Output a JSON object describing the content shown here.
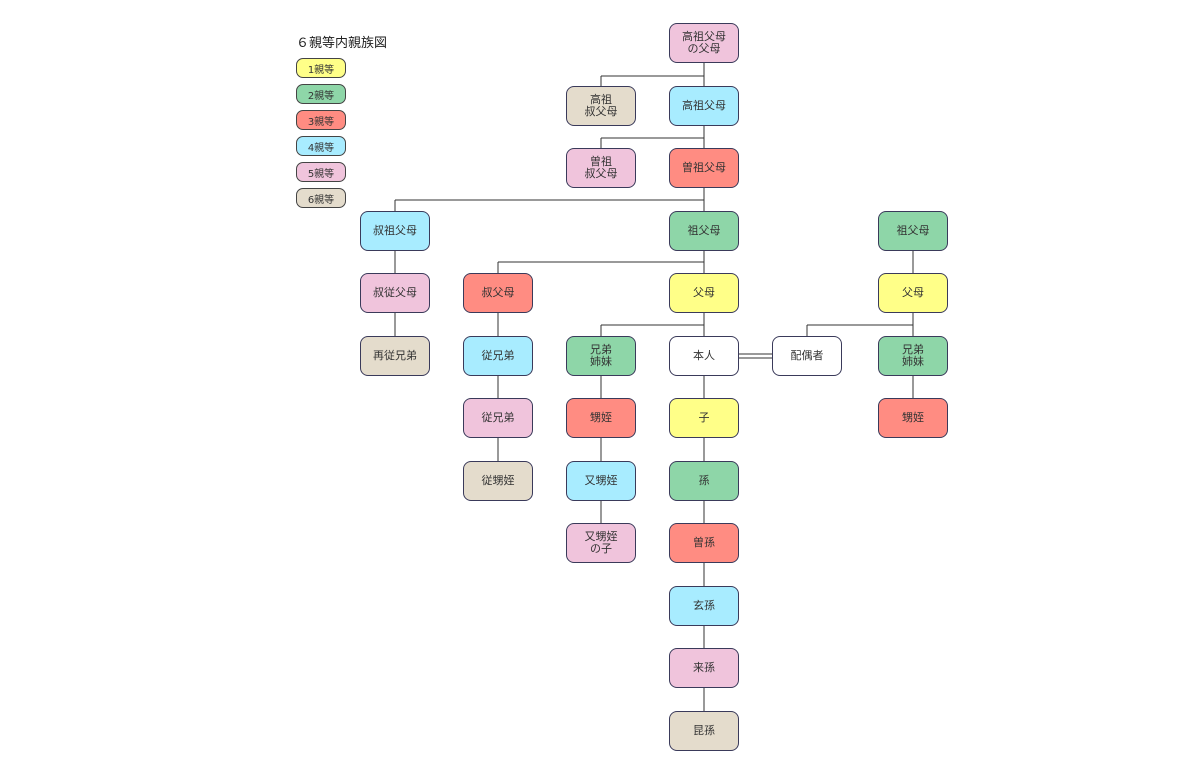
{
  "title": "６親等内親族図",
  "colors": {
    "d0": "#ffffff",
    "d1": "#ffff88",
    "d2": "#8ed6a8",
    "d3": "#ff8c82",
    "d4": "#a8ecff",
    "d5": "#f0c4dc",
    "d6": "#e4dccc"
  },
  "legend": [
    {
      "label": "1親等",
      "degree": 1
    },
    {
      "label": "2親等",
      "degree": 2
    },
    {
      "label": "3親等",
      "degree": 3
    },
    {
      "label": "4親等",
      "degree": 4
    },
    {
      "label": "5親等",
      "degree": 5
    },
    {
      "label": "6親等",
      "degree": 6
    }
  ],
  "nodes": {
    "koso_parent": {
      "label": "高祖父母\nの父母",
      "degree": 5
    },
    "koso_uncle": {
      "label": "高祖\n叔父母",
      "degree": 6
    },
    "koso": {
      "label": "高祖父母",
      "degree": 4
    },
    "soso_uncle": {
      "label": "曽祖\n叔父母",
      "degree": 5
    },
    "soso": {
      "label": "曽祖父母",
      "degree": 3
    },
    "grand_uncle": {
      "label": "叔祖父母",
      "degree": 4
    },
    "grandparent": {
      "label": "祖父母",
      "degree": 2
    },
    "spouse_grandparent": {
      "label": "祖父母",
      "degree": 2
    },
    "cousin_parent": {
      "label": "叔従父母",
      "degree": 5
    },
    "uncle": {
      "label": "叔父母",
      "degree": 3
    },
    "parent": {
      "label": "父母",
      "degree": 1
    },
    "spouse_parent": {
      "label": "父母",
      "degree": 1
    },
    "second_cousin": {
      "label": "再従兄弟",
      "degree": 6
    },
    "cousin": {
      "label": "従兄弟",
      "degree": 4
    },
    "sibling": {
      "label": "兄弟\n姉妹",
      "degree": 2
    },
    "self": {
      "label": "本人",
      "degree": 0
    },
    "spouse": {
      "label": "配偶者",
      "degree": 0
    },
    "spouse_sibling": {
      "label": "兄弟\n姉妹",
      "degree": 2
    },
    "cousin_child": {
      "label": "従兄弟",
      "degree": 5
    },
    "nephew": {
      "label": "甥姪",
      "degree": 3
    },
    "child": {
      "label": "子",
      "degree": 1
    },
    "spouse_nephew": {
      "label": "甥姪",
      "degree": 3
    },
    "cousin_nephew": {
      "label": "従甥姪",
      "degree": 6
    },
    "grandnephew": {
      "label": "又甥姪",
      "degree": 4
    },
    "grandchild": {
      "label": "孫",
      "degree": 2
    },
    "grandnephew_child": {
      "label": "又甥姪\nの子",
      "degree": 5
    },
    "great_grandchild": {
      "label": "曽孫",
      "degree": 3
    },
    "gg_grandchild": {
      "label": "玄孫",
      "degree": 4
    },
    "ggg_grandchild": {
      "label": "来孫",
      "degree": 5
    },
    "gggg_grandchild": {
      "label": "昆孫",
      "degree": 6
    }
  }
}
